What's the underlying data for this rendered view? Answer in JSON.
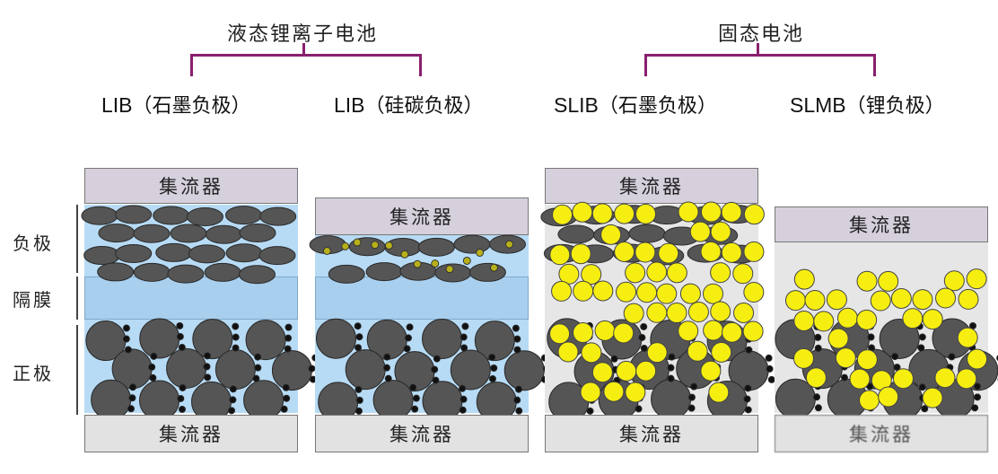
{
  "groups": {
    "liquid": "液态锂离子电池",
    "solid": "固态电池"
  },
  "cells": [
    {
      "latin": "LIB",
      "detail": "（石墨负极）"
    },
    {
      "latin": "LIB",
      "detail": "（硅碳负极）"
    },
    {
      "latin": "SLIB",
      "detail": "（石墨负极）"
    },
    {
      "latin": "SLMB",
      "detail": "（锂负极）"
    }
  ],
  "layers": {
    "anode": "负极",
    "separator": "隔膜",
    "cathode": "正极"
  },
  "current_collector": "集流器",
  "colors": {
    "bracket": "#8a1f6e",
    "electrolyte_liquid": "#b7dbf5",
    "solid_electrolyte": "#f6ee10",
    "active_particle": "#555555",
    "silicon_particle": "#b8b01a",
    "conductive_carbon": "#111111"
  }
}
